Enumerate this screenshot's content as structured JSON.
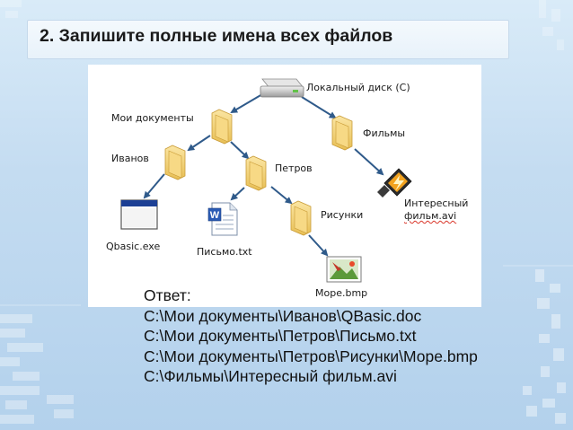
{
  "slide": {
    "title": "2. Запишите полные имена всех файлов"
  },
  "tree": {
    "nodes": {
      "drive": "Локальный диск (C)",
      "my_documents": "Мои документы",
      "films": "Фильмы",
      "ivanov": "Иванов",
      "petrov": "Петров",
      "interesting_film_line1": "Интересный",
      "interesting_film_line2": "фильм.avi",
      "qbasic": "Qbasic.exe",
      "letter": "Письмо.txt",
      "drawings": "Рисунки",
      "sea": "Море.bmp"
    }
  },
  "answer": {
    "heading": "Ответ:",
    "lines": [
      "C:\\Мои документы\\Иванов\\QBasic.doc",
      "C:\\Мои документы\\Петров\\Письмо.txt",
      "C:\\Мои документы\\Петров\\Рисунки\\Море.bmp",
      "C:\\Фильмы\\Интересный фильм.avi"
    ]
  },
  "colors": {
    "connector": "#2f5a8a",
    "folder": "#f3d27a",
    "title_text": "#1a1a1a"
  }
}
